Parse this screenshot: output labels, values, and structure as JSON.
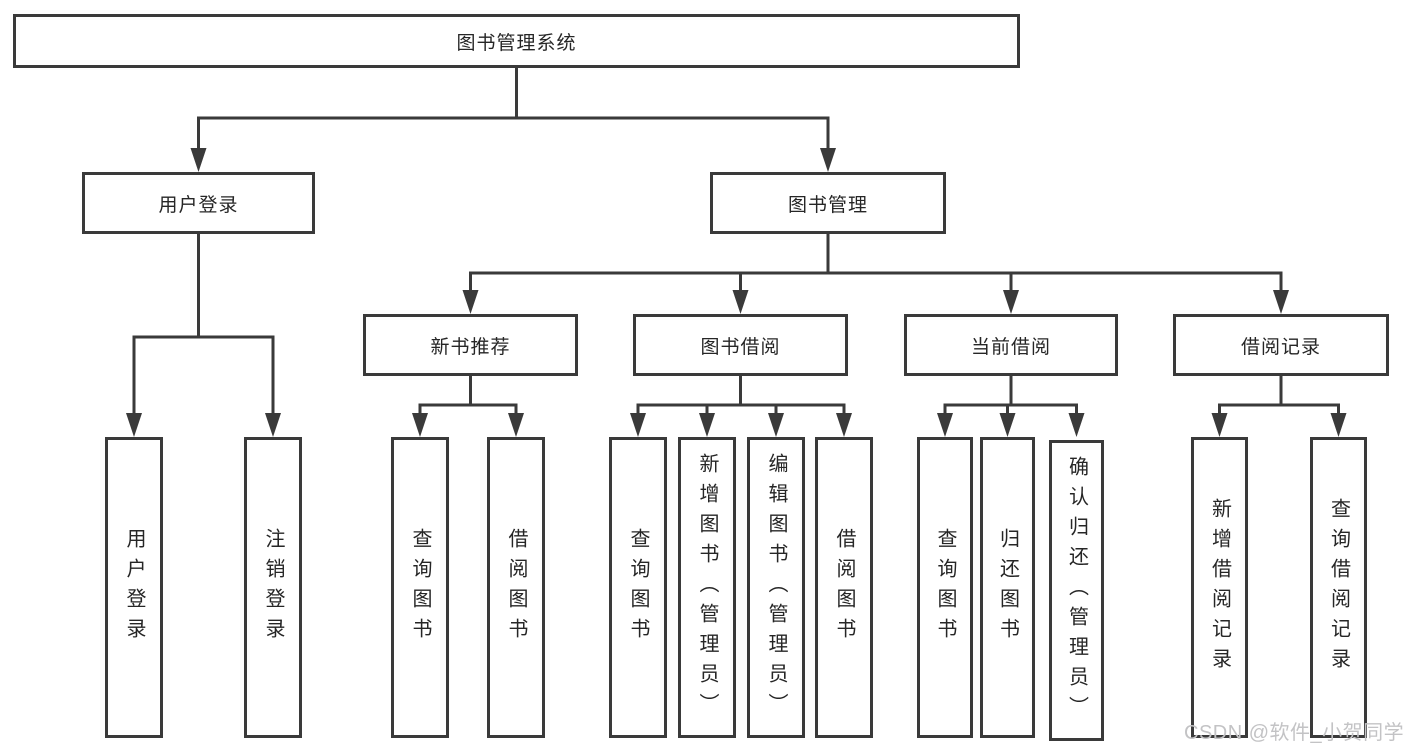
{
  "diagram_type": "hierarchy-tree",
  "colors": {
    "line": "#3a3a3a",
    "box_border": "#3a3a3a",
    "box_fill": "#ffffff",
    "text": "#262626",
    "background": "#ffffff",
    "watermark": "#c3c3c5"
  },
  "tree": {
    "label": "图书管理系统",
    "children": [
      {
        "label": "用户登录",
        "children": [
          {
            "label": "用户登录"
          },
          {
            "label": "注销登录"
          }
        ]
      },
      {
        "label": "图书管理",
        "children": [
          {
            "label": "新书推荐",
            "children": [
              {
                "label": "查询图书"
              },
              {
                "label": "借阅图书"
              }
            ]
          },
          {
            "label": "图书借阅",
            "children": [
              {
                "label": "查询图书"
              },
              {
                "label": "新增图书（管理员）"
              },
              {
                "label": "编辑图书（管理员）"
              },
              {
                "label": "借阅图书"
              }
            ]
          },
          {
            "label": "当前借阅",
            "children": [
              {
                "label": "查询图书"
              },
              {
                "label": "归还图书"
              },
              {
                "label": "确认归还（管理员）"
              }
            ]
          },
          {
            "label": "借阅记录",
            "children": [
              {
                "label": "新增借阅记录"
              },
              {
                "label": "查询借阅记录"
              }
            ]
          }
        ]
      }
    ]
  },
  "watermark": {
    "text": "CSDN @软件_小贺同学"
  }
}
